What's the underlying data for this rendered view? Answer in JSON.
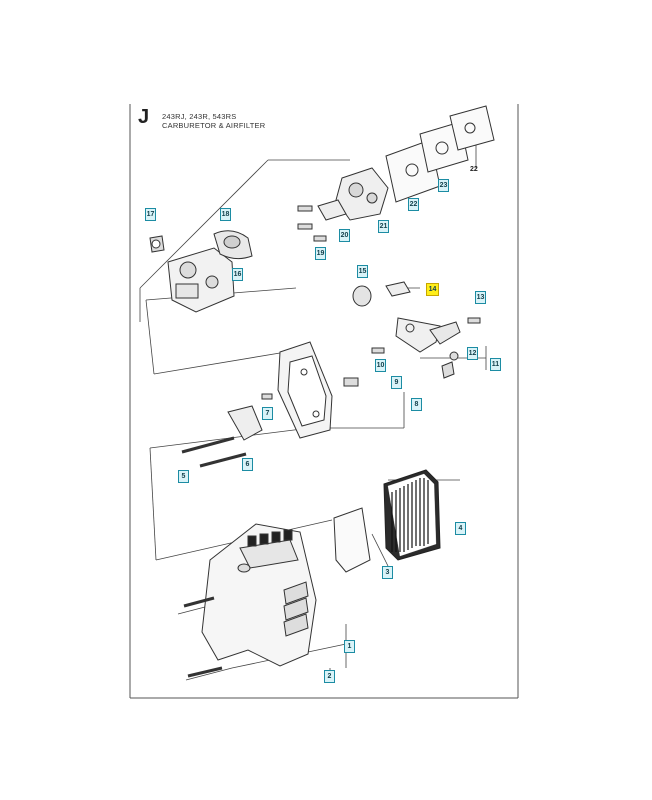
{
  "header": {
    "section_letter": "J",
    "models": "243RJ, 243R, 543RS",
    "subtitle": "CARBURETOR & AIRFILTER"
  },
  "callouts": [
    {
      "id": "c1",
      "label": "1",
      "highlight": false
    },
    {
      "id": "c2",
      "label": "2",
      "highlight": false
    },
    {
      "id": "c3",
      "label": "3",
      "highlight": false
    },
    {
      "id": "c4",
      "label": "4",
      "highlight": false
    },
    {
      "id": "c5",
      "label": "5",
      "highlight": false
    },
    {
      "id": "c6",
      "label": "6",
      "highlight": false
    },
    {
      "id": "c7",
      "label": "7",
      "highlight": false
    },
    {
      "id": "c8",
      "label": "8",
      "highlight": false
    },
    {
      "id": "c9",
      "label": "9",
      "highlight": false
    },
    {
      "id": "c10",
      "label": "10",
      "highlight": false
    },
    {
      "id": "c11",
      "label": "11",
      "highlight": false
    },
    {
      "id": "c12",
      "label": "12",
      "highlight": false
    },
    {
      "id": "c13",
      "label": "13",
      "highlight": false
    },
    {
      "id": "c14",
      "label": "14",
      "highlight": true
    },
    {
      "id": "c15",
      "label": "15",
      "highlight": false
    },
    {
      "id": "c16",
      "label": "16",
      "highlight": false
    },
    {
      "id": "c17",
      "label": "17",
      "highlight": false
    },
    {
      "id": "c18",
      "label": "18",
      "highlight": false
    },
    {
      "id": "c19",
      "label": "19",
      "highlight": false
    },
    {
      "id": "c20",
      "label": "20",
      "highlight": false
    },
    {
      "id": "c21",
      "label": "21",
      "highlight": false
    },
    {
      "id": "c22",
      "label": "22",
      "highlight": false
    },
    {
      "id": "c23",
      "label": "23",
      "highlight": false
    }
  ],
  "plain_labels": [
    {
      "id": "p22",
      "label": "22"
    }
  ],
  "colors": {
    "callout_fill": "#d9f3f8",
    "callout_border": "#1c8ca3",
    "highlight_fill": "#ffee1a",
    "line": "#333333"
  }
}
